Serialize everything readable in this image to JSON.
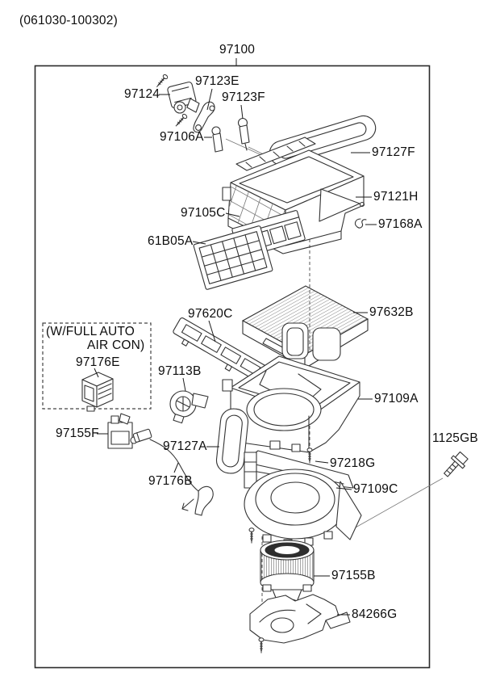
{
  "page": {
    "revision_code": "(061030-100302)",
    "assembly_number": "97100"
  },
  "note_box": {
    "line1": "(W/FULL AUTO",
    "line2": "AIR CON)"
  },
  "colors": {
    "ink": "#1a1a1a",
    "paper": "#ffffff"
  },
  "parts": [
    {
      "id": "97124"
    },
    {
      "id": "97123E"
    },
    {
      "id": "97123F"
    },
    {
      "id": "97106A"
    },
    {
      "id": "97127F"
    },
    {
      "id": "97121H"
    },
    {
      "id": "97168A"
    },
    {
      "id": "97105C"
    },
    {
      "id": "61B05A"
    },
    {
      "id": "97620C"
    },
    {
      "id": "97632B"
    },
    {
      "id": "97176E"
    },
    {
      "id": "97113B"
    },
    {
      "id": "97109A"
    },
    {
      "id": "97155F"
    },
    {
      "id": "97127A"
    },
    {
      "id": "97176B"
    },
    {
      "id": "97218G"
    },
    {
      "id": "1125GB"
    },
    {
      "id": "97109C"
    },
    {
      "id": "97155B"
    },
    {
      "id": "84266G"
    }
  ]
}
